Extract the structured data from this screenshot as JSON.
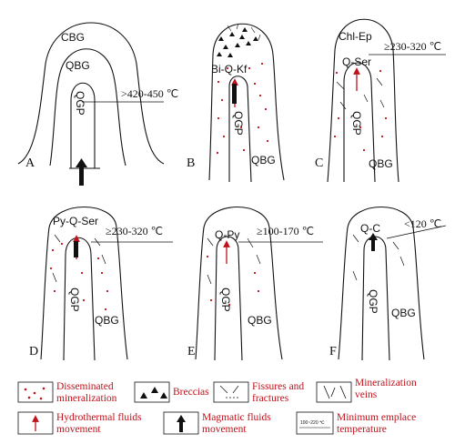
{
  "panels": [
    {
      "letter": "A",
      "zones": [
        "CBG",
        "QBG",
        "QGP"
      ],
      "temperature": ">420-450 ℃",
      "fluid": "magmatic"
    },
    {
      "letter": "B",
      "zones": [
        "Bi-Q-Kf",
        "QGP",
        "QBG"
      ],
      "fluid": "hydrothermal"
    },
    {
      "letter": "C",
      "zones": [
        "Chl-Ep",
        "Q-Ser",
        "QGP",
        "QBG"
      ],
      "temperature": "≥230-320 ℃",
      "fluid": "hydrothermal"
    },
    {
      "letter": "D",
      "zones": [
        "Py-Q-Ser",
        "QGP",
        "QBG"
      ],
      "temperature": "≥230-320 ℃",
      "fluid": "hydrothermal"
    },
    {
      "letter": "E",
      "zones": [
        "Q-Py",
        "QGP",
        "QBG"
      ],
      "temperature": "≥100-170 ℃",
      "fluid": "hydrothermal"
    },
    {
      "letter": "F",
      "zones": [
        "Q-C",
        "QGP",
        "QBG"
      ],
      "temperature": "<120 ℃",
      "fluid": "magmatic"
    }
  ],
  "legend": {
    "disseminated": [
      "Disseminated",
      "mineralization"
    ],
    "breccias": [
      "Breccias"
    ],
    "fissures": [
      "Fissures and",
      "fractures"
    ],
    "veins": [
      "Mineralization",
      "veins"
    ],
    "hydrothermal": [
      "Hydrothermal fluids",
      "movement"
    ],
    "magmatic": [
      "Magmatic fluids",
      "movement"
    ],
    "emplace": [
      "Minimum emplace",
      "temperature"
    ],
    "emplace_icon_text": "100~220 ℃"
  }
}
